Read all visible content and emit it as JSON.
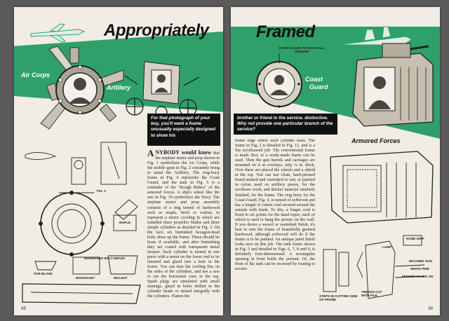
{
  "left_page": {
    "title": "Appropriately",
    "labels": {
      "air_corps": "Air Corps",
      "artillery": "Artillery"
    },
    "callout": "For that photograph of your boy, you'll want a frame unusually especially designed to show his",
    "body_col1": "The airplane motor and prop assembly consists of a ring turned of hardwood such as maple, birch or walnut, to represent a motor cowling in which are installed three propeller blades and three simple cylinders as detailed in Fig. 3. On the face, six burnished hexagon-head bolts dress up the frame. These should be brass if available, and after burnishing they are coated with transparent metal lacquer. Each cylinder is turned in one piece with a tenon on the lower end to be inserted and glued into a hole in the frame. You can turn the cooling fins on the sides of the cylinders, and use a saw to cut the horizontal ones in the top. Spark plugs are simulated with small turnings, glued in holes drilled in the cylinder heads or turned integrally with the cylinders. Flatten the",
    "intro_col2": {
      "dropcap": "A",
      "lead": "NYBODY would know",
      "text": "that the airplane motor and prop shown in Fig. 1 symbolizes the Air Corps, while the mobile guns in Fig. 2 constantly bring to mind the Artillery. The ring-buoy frame in Fig. 4 represents the Coast Guard, and the tank in Fig. 5 is a reminder of the \"Rough Riders\" of the armored forces. A ship's wheel like the one in Fig. 10 symbolizes the Navy."
    },
    "diagram_captions": {
      "maple": "MAPLE",
      "for_blade": "FOR BLADE",
      "mahogany": "MAHOGANY",
      "walnut": "WALNUT",
      "burnished_bolt_heads": "BURNISHED BOLT HEADS",
      "fig3": "FIG. 3"
    },
    "page_number": "98"
  },
  "right_page": {
    "title": "Framed",
    "labels": {
      "coast_guard_1": "Coast",
      "coast_guard_2": "Guard",
      "armored_forces": "Armored Forces"
    },
    "cord_note": "CORD NAILED TO WOOD ALL AROUND",
    "callout": "brother or friend in the service. distinctive. Why not provide one particular branch of the service?",
    "body_col1": "frame edge where each cylinder seats. The frame in Fig. 2 is detailed in Fig. 11, and is a flat scrollsawed job. The conventional frame is made first, or a ready-made frame can be used. Then the gun barrels and carriages are mounted on it as overlays, only ¼ in. thick. Over these are placed the wheels and a shield at the top. You can use clean, hard-pressed board stained and varnished to suit, or painted in colors used on artillery pieces, for the scrollsaw work, and thicker material similarly finished, for the frame. The ring buoy for the Coast Guard, Fig. 4, is turned of softwood and has a length of cotton cord secured around the outside with brads. To this, a longer cord is fixed to six points for the hand ropes, each of which is used to hang the picture on the wall. If you desire a waxed or varnished finish, it's best to turn the frame of beautifully grained hardwood, although softwood will do if the frame is to be painted. An antique paint finish looks nice on this job. The tank frame shown in Fig. 5 and detailed in Figs. 6, 7, 8 and 9, is definitely four-dimensional. A rectangular opening in front holds the portrait. Or, the front of the tank can be recessed by routing to accom-",
    "diagram_captions": {
      "hand_grip": "HAND GRIP",
      "lamp": "LAMP",
      "machine_gun": "MACHINE GUN",
      "white_pine": "WHITE PINE",
      "fender_glued_on": "FENDER GLUED ON",
      "treads_cut": "TREADS CUT WITH FILE",
      "steps": "STEPS IN CUTTING SIDE OF FRAME"
    },
    "page_number": "99"
  },
  "colors": {
    "green": "#2fa06a",
    "paper": "#f1ede4",
    "ink": "#111111"
  }
}
